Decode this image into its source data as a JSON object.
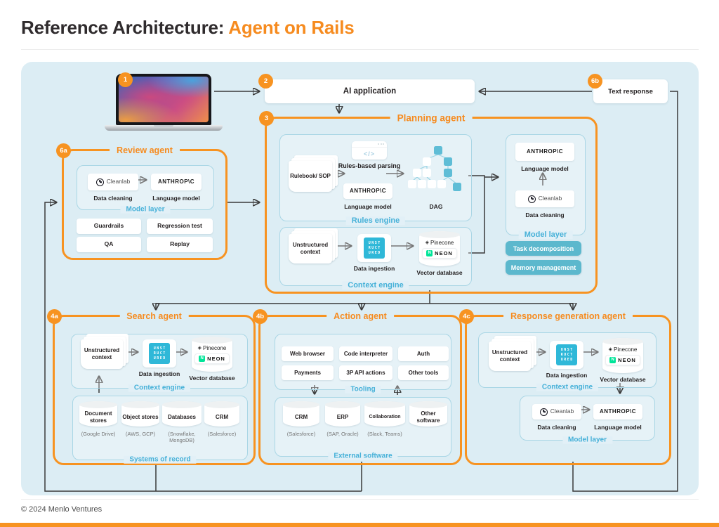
{
  "header": {
    "title_prefix": "Reference Architecture:",
    "title_highlight": "Agent on Rails"
  },
  "footer": {
    "copyright": "© 2024 Menlo Ventures"
  },
  "colors": {
    "accent_orange": "#F68B1F",
    "canvas_blue": "#DCEDF4",
    "teal_button": "#5CB8CD",
    "label_blue": "#46B1D8"
  },
  "flow": {
    "user_badge": "1",
    "ai_app": {
      "badge": "2",
      "label": "AI application"
    },
    "text_response": {
      "badge": "6b",
      "label": "Text response"
    }
  },
  "shared": {
    "unstructured_context": "Unstructured context",
    "data_ingestion": "Data ingestion",
    "vector_database": "Vector database",
    "context_engine": "Context engine",
    "model_layer": "Model layer",
    "language_model": "Language model",
    "data_cleaning": "Data cleaning",
    "anthropic_wordmark": "ANTHROP\\C",
    "cleanlab_wordmark": "Cleanlab",
    "pinecone_wordmark": "Pinecone",
    "neon_wordmark": "NEON",
    "neon_initial": "N",
    "unstructured_rows": [
      "UNST",
      "RUCT",
      "URED"
    ]
  },
  "review": {
    "badge": "6a",
    "title": "Review agent",
    "checks": [
      "Guardrails",
      "Regression test",
      "QA",
      "Replay"
    ]
  },
  "planning": {
    "badge": "3",
    "title": "Planning agent",
    "rules_engine": {
      "label": "Rules engine",
      "rulebook": "Rulebook/ SOP",
      "parsing": "Rules-based parsing",
      "dag_caption": "DAG"
    },
    "capabilities": [
      "Task decomposition",
      "Memory management"
    ]
  },
  "search": {
    "badge": "4a",
    "title": "Search agent",
    "systems_of_record": {
      "label": "Systems of record",
      "items": [
        {
          "name": "Document stores",
          "vendor": "(Google Drive)"
        },
        {
          "name": "Object stores",
          "vendor": "(AWS, GCP)"
        },
        {
          "name": "Databases",
          "vendor": "(Snowflake, MongoDB)"
        },
        {
          "name": "CRM",
          "vendor": "(Salesforce)"
        }
      ]
    }
  },
  "action": {
    "badge": "4b",
    "title": "Action agent",
    "tooling": {
      "label": "Tooling",
      "tools": [
        "Web browser",
        "Code interpreter",
        "Auth",
        "Payments",
        "3P API actions",
        "Other tools"
      ]
    },
    "external_software": {
      "label": "External software",
      "items": [
        {
          "name": "CRM",
          "vendor": "(Salesforce)"
        },
        {
          "name": "ERP",
          "vendor": "(SAP, Oracle)"
        },
        {
          "name": "Collaboration",
          "vendor": "(Slack, Teams)"
        },
        {
          "name": "Other software",
          "vendor": ""
        }
      ]
    }
  },
  "response": {
    "badge": "4c",
    "title": "Response generation agent"
  }
}
